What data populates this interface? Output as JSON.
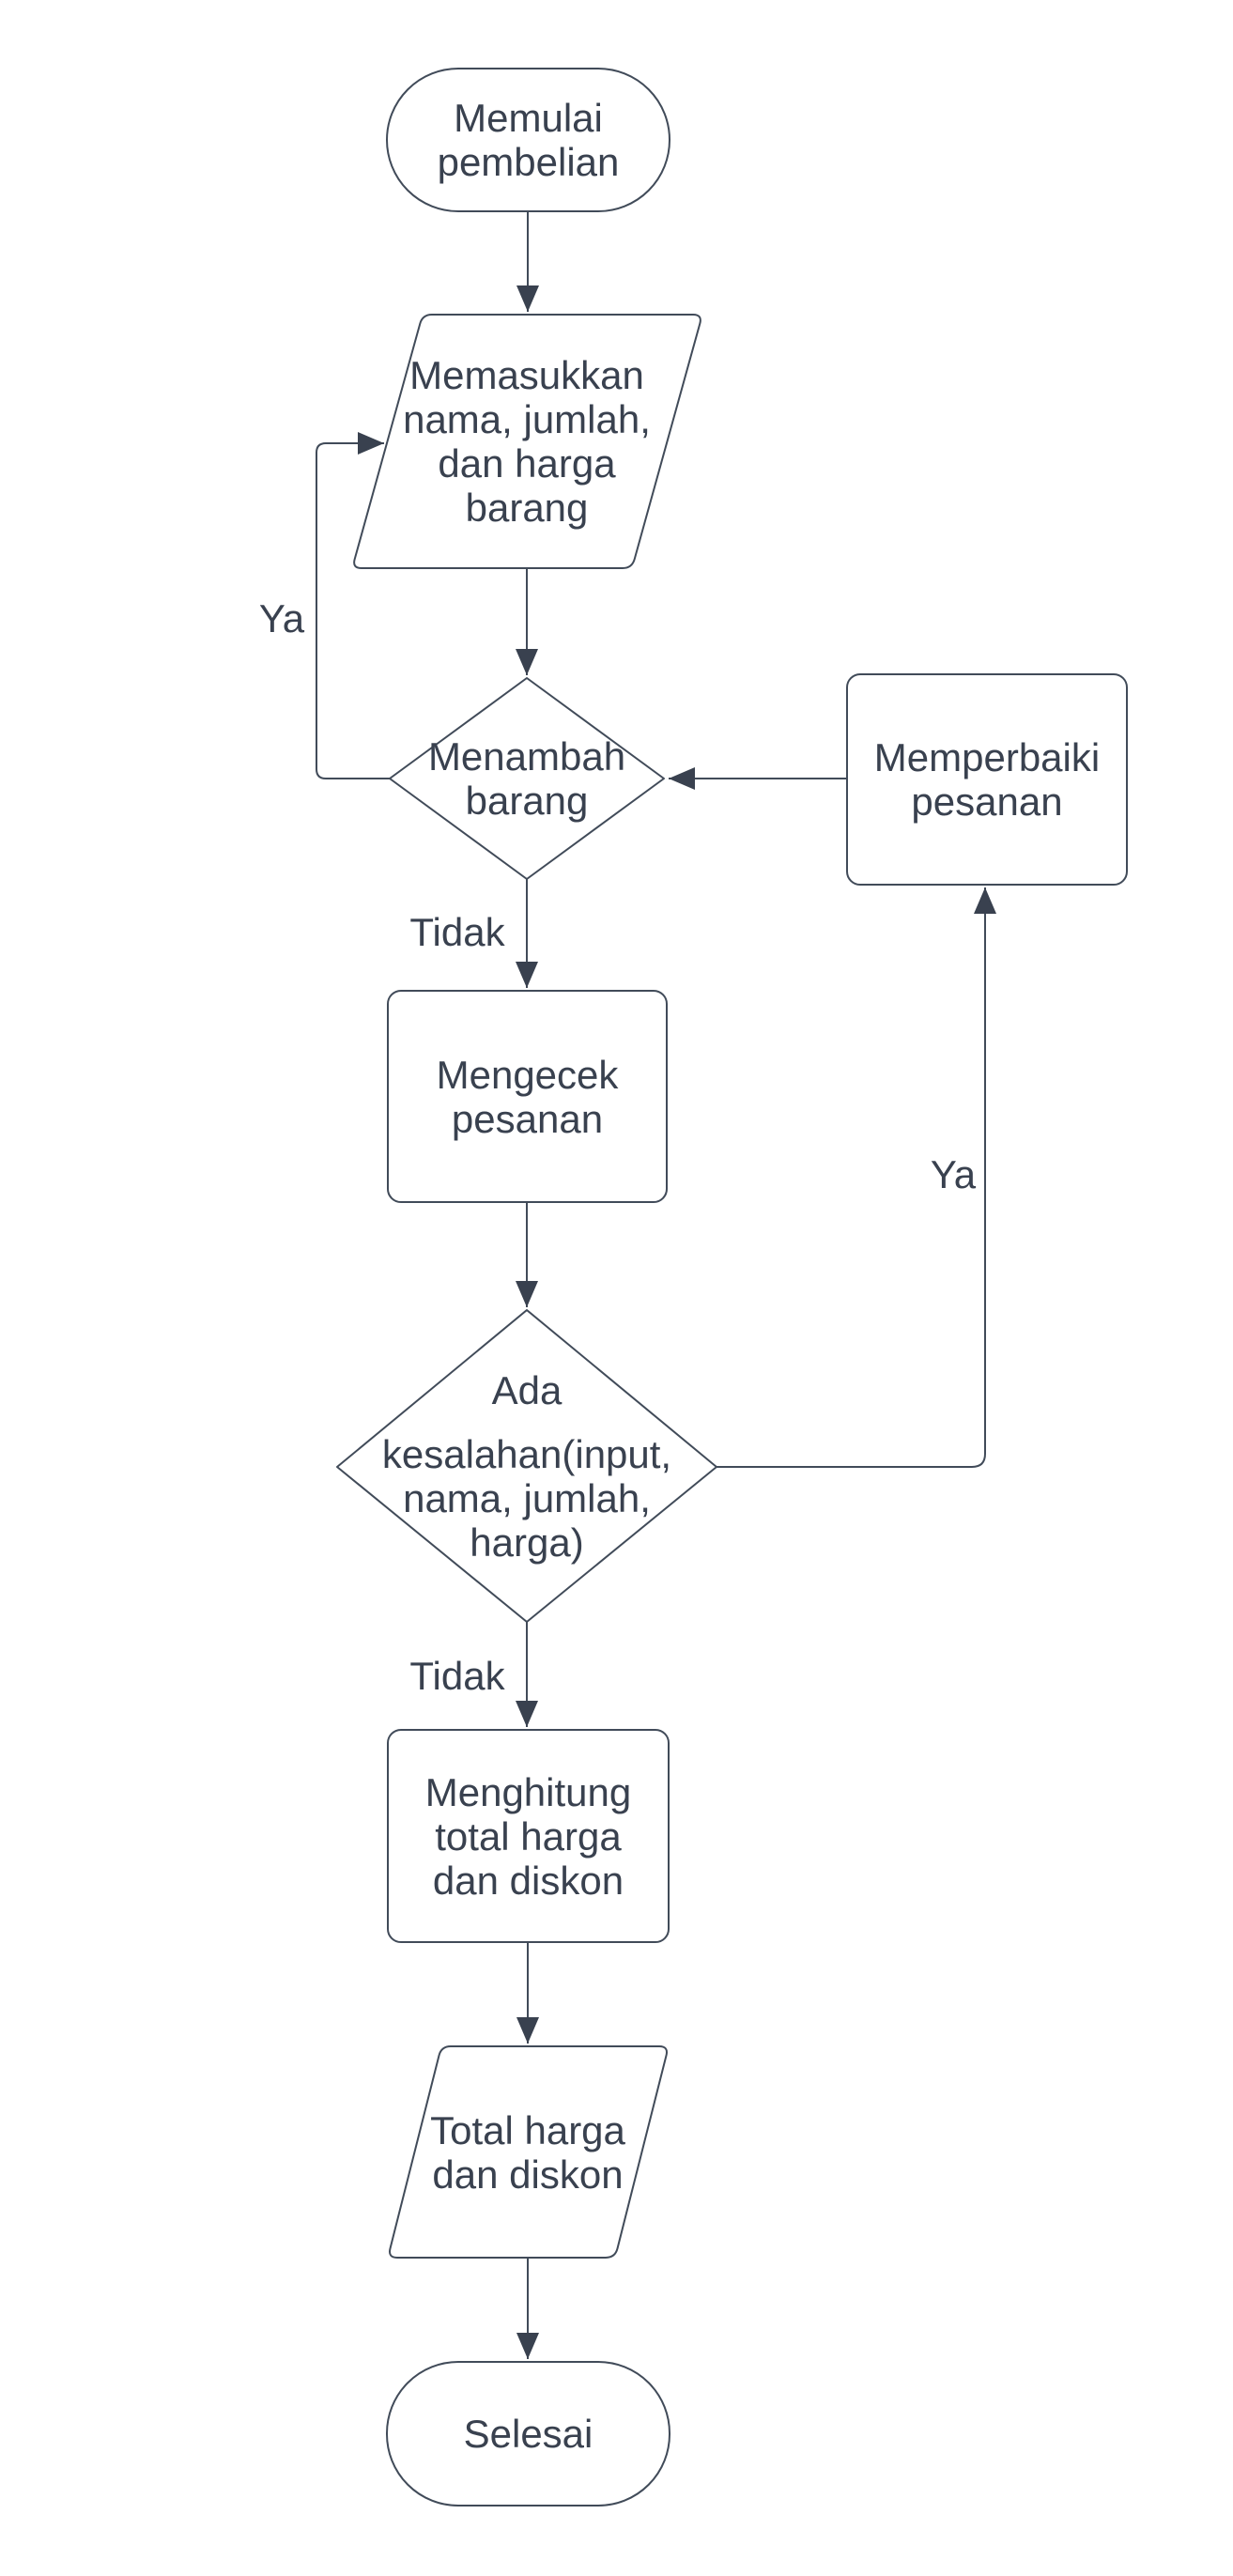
{
  "diagram": {
    "background": "#ffffff",
    "stroke_color": "#414B59",
    "text_color": "#39414F",
    "nodes": {
      "start": {
        "type": "terminator",
        "label": "Memulai pembelian"
      },
      "input_items": {
        "type": "input-output",
        "label": "Memasukkan nama, jumlah, dan harga barang"
      },
      "decision_add": {
        "type": "decision",
        "label": "Menambah barang"
      },
      "fix_order": {
        "type": "process",
        "label": "Memperbaiki pesanan"
      },
      "check_order": {
        "type": "process",
        "label": "Mengecek pesanan"
      },
      "decision_error": {
        "type": "decision",
        "label_top": "Ada",
        "label_bottom": "kesalahan(input, nama, jumlah, harga)"
      },
      "compute_total": {
        "type": "process",
        "label": "Menghitung total harga dan diskon"
      },
      "output_total": {
        "type": "input-output",
        "label": "Total harga dan diskon"
      },
      "end": {
        "type": "terminator",
        "label": "Selesai"
      }
    },
    "edge_labels": {
      "add_yes": "Ya",
      "add_no": "Tidak",
      "error_yes": "Ya",
      "error_no": "Tidak"
    }
  }
}
